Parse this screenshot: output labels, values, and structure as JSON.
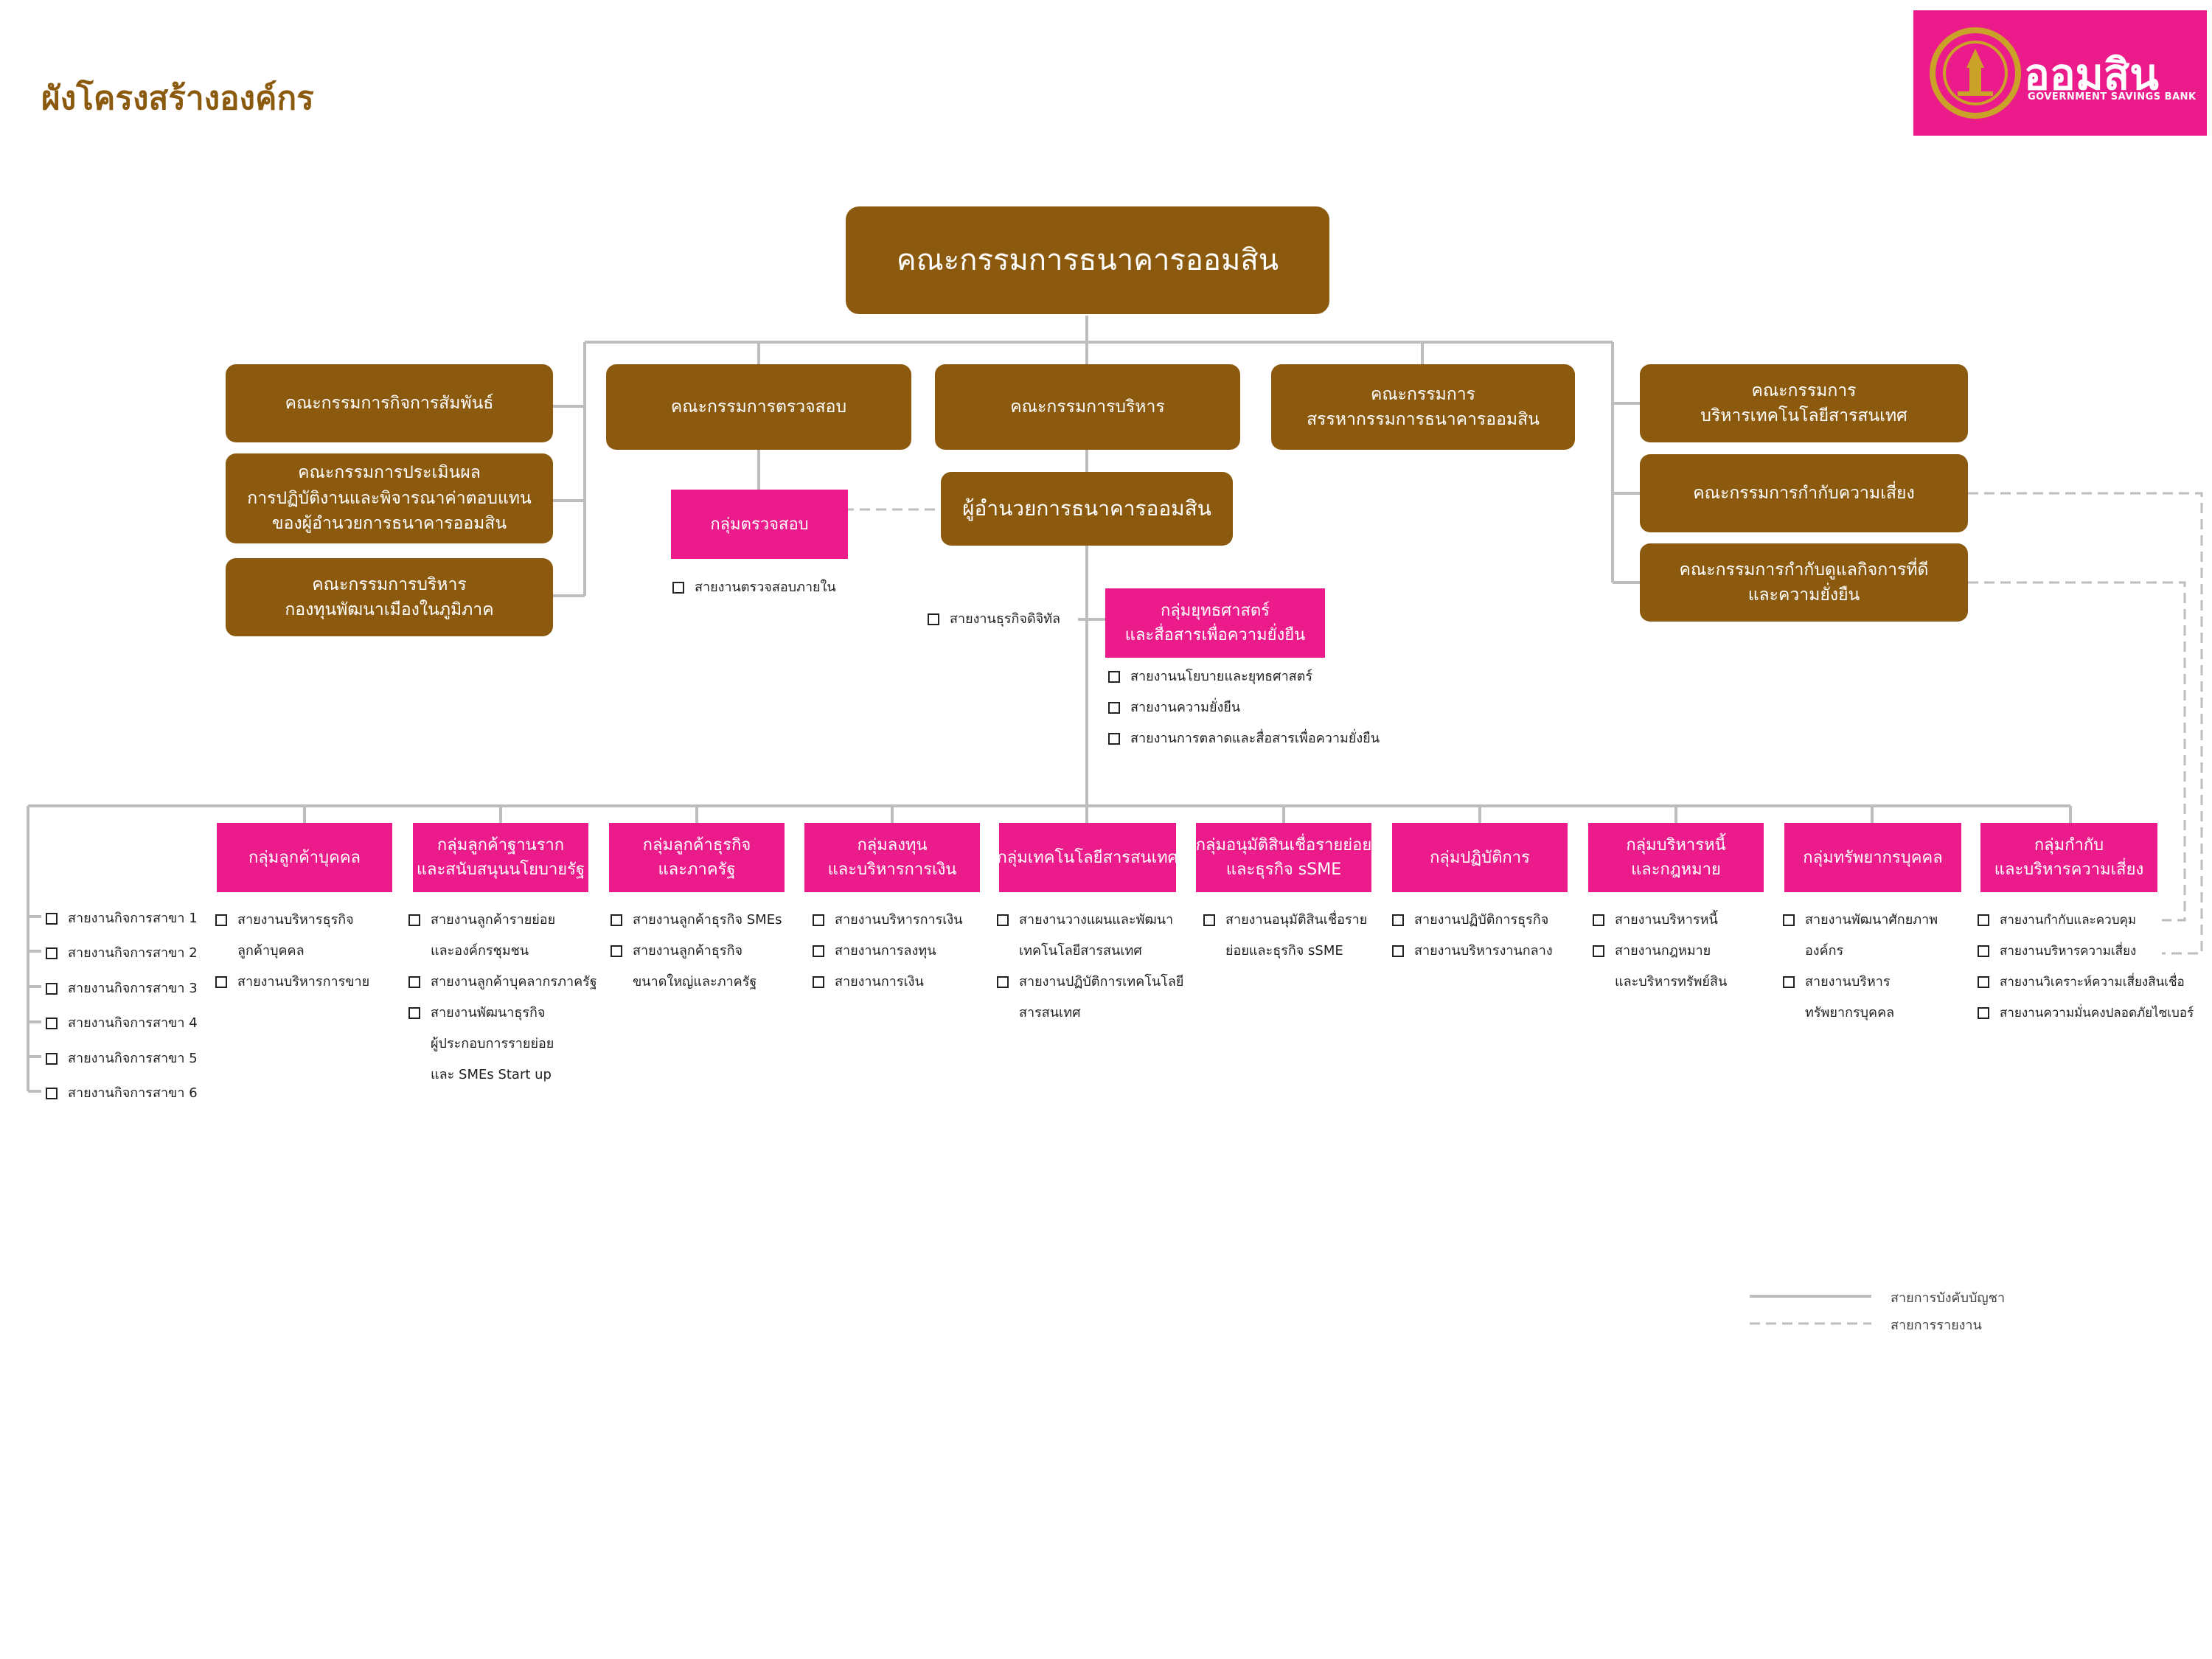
{
  "page": {
    "title": "ผังโครงสร้างองค์กร"
  },
  "logo": {
    "name": "ออมสิน",
    "subtitle": "GOVERNMENT SAVINGS BANK"
  },
  "board": "คณะกรรมการธนาคารออมสิน",
  "left_committees": [
    [
      "คณะกรรมการกิจการสัมพันธ์"
    ],
    [
      "คณะกรรมการประเมินผล",
      "การปฏิบัติงานและพิจารณาค่าตอบแทน",
      "ของผู้อำนวยการธนาคารออมสิน"
    ],
    [
      "คณะกรรมการบริหาร",
      "กองทุนพัฒนาเมืองในภูมิภาค"
    ]
  ],
  "audit_committee": "คณะกรรมการตรวจสอบ",
  "executive_committee": "คณะกรรมการบริหาร",
  "nomination_committee": [
    "คณะกรรมการ",
    "สรรหากรรมการธนาคารออมสิน"
  ],
  "right_committees": [
    [
      "คณะกรรมการ",
      "บริหารเทคโนโลยีสารสนเทศ"
    ],
    [
      "คณะกรรมการกำกับความเสี่ยง"
    ],
    [
      "คณะกรรมการกำกับดูแลกิจการที่ดี",
      "และความยั่งยืน"
    ]
  ],
  "audit_group": "กลุ่มตรวจสอบ",
  "audit_items": [
    "สายงานตรวจสอบภายใน"
  ],
  "president": "ผู้อำนวยการธนาคารออมสิน",
  "digital_item": "สายงานธุรกิจดิจิทัล",
  "strategy_group": [
    "กลุ่มยุทธศาสตร์",
    "และสื่อสารเพื่อความยั่งยืน"
  ],
  "strategy_items": [
    "สายงานนโยบายและยุทธศาสตร์",
    "สายงานความยั่งยืน",
    "สายงานการตลาดและสื่อสารเพื่อความยั่งยืน"
  ],
  "branch_items": [
    "สายงานกิจการสาขา 1",
    "สายงานกิจการสาขา 2",
    "สายงานกิจการสาขา 3",
    "สายงานกิจการสาขา 4",
    "สายงานกิจการสาขา 5",
    "สายงานกิจการสาขา 6"
  ],
  "groups": [
    {
      "title": [
        "กลุ่มลูกค้าบุคคล"
      ],
      "items": [
        [
          "สายงานบริหารธุรกิจ",
          "ลูกค้าบุคคล"
        ],
        [
          "สายงานบริหารการขาย"
        ]
      ]
    },
    {
      "title": [
        "กลุ่มลูกค้าฐานราก",
        "และสนับสนุนนโยบายรัฐ"
      ],
      "items": [
        [
          "สายงานลูกค้ารายย่อย",
          "และองค์กรชุมชน"
        ],
        [
          "สายงานลูกค้าบุคลากรภาครัฐ"
        ],
        [
          "สายงานพัฒนาธุรกิจ",
          "ผู้ประกอบการรายย่อย",
          "และ SMEs Start up"
        ]
      ]
    },
    {
      "title": [
        "กลุ่มลูกค้าธุรกิจ",
        "และภาครัฐ"
      ],
      "items": [
        [
          "สายงานลูกค้าธุรกิจ SMEs"
        ],
        [
          "สายงานลูกค้าธุรกิจ",
          "ขนาดใหญ่และภาครัฐ"
        ]
      ]
    },
    {
      "title": [
        "กลุ่มลงทุน",
        "และบริหารการเงิน"
      ],
      "items": [
        [
          "สายงานบริหารการเงิน"
        ],
        [
          "สายงานการลงทุน"
        ],
        [
          "สายงานการเงิน"
        ]
      ]
    },
    {
      "title": [
        "กลุ่มเทคโนโลยีสารสนเทศ"
      ],
      "items": [
        [
          "สายงานวางแผนและพัฒนา",
          "เทคโนโลยีสารสนเทศ"
        ],
        [
          "สายงานปฏิบัติการเทคโนโลยี",
          "สารสนเทศ"
        ]
      ]
    },
    {
      "title": [
        "กลุ่มอนุมัติสินเชื่อรายย่อย",
        "และธุรกิจ sSME"
      ],
      "items": [
        [
          "สายงานอนุมัติสินเชื่อราย",
          "ย่อยและธุรกิจ sSME"
        ]
      ]
    },
    {
      "title": [
        "กลุ่มปฏิบัติการ"
      ],
      "items": [
        [
          "สายงานปฏิบัติการธุรกิจ"
        ],
        [
          "สายงานบริหารงานกลาง"
        ]
      ]
    },
    {
      "title": [
        "กลุ่มบริหารหนี้",
        "และกฎหมาย"
      ],
      "items": [
        [
          "สายงานบริหารหนี้"
        ],
        [
          "สายงานกฎหมาย",
          "และบริหารทรัพย์สิน"
        ]
      ]
    },
    {
      "title": [
        "กลุ่มทรัพยากรบุคคล"
      ],
      "items": [
        [
          "สายงานพัฒนาศักยภาพ",
          "องค์กร"
        ],
        [
          "สายงานบริหาร",
          "ทรัพยากรบุคคล"
        ]
      ]
    },
    {
      "title": [
        "กลุ่มกำกับ",
        "และบริหารความเสี่ยง"
      ],
      "items": [
        [
          "สายงานกำกับและควบคุม"
        ],
        [
          "สายงานบริหารความเสี่ยง"
        ],
        [
          "สายงานวิเคราะห์ความเสี่ยงสินเชื่อ"
        ],
        [
          "สายงานความมั่นคงปลอดภัยไซเบอร์"
        ]
      ]
    }
  ],
  "legend": {
    "solid": "สายการบังคับบัญชา",
    "dashed": "สายการรายงาน"
  },
  "colors": {
    "brown": "#8B5A0F",
    "pink": "#EC1B8C",
    "line": "#BDBDBD",
    "title": "#8B5A0F"
  }
}
